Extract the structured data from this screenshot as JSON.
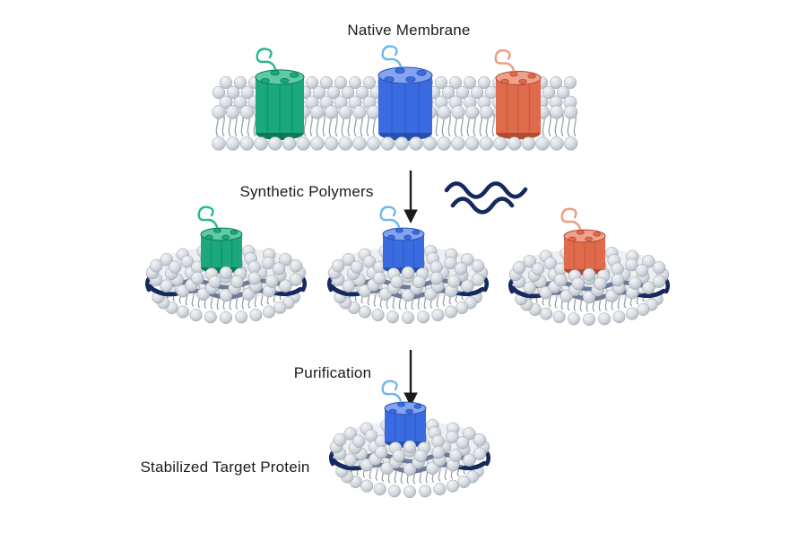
{
  "labels": {
    "native_membrane": "Native Membrane",
    "synthetic_polymers": "Synthetic Polymers",
    "purification": "Purification",
    "stabilized_target_protein": "Stabilized Target Protein"
  },
  "colors": {
    "background": "#ffffff",
    "text": "#1c1c1c",
    "navy_polymer": "#16295f",
    "lipid_head": "#d7dbe1",
    "lipid_head_light": "#f3f5f7",
    "lipid_head_dark": "#aab3bc",
    "lipid_head_edge": "#9aa3ad",
    "lipid_tail": "#98a1ab",
    "proteins": {
      "green": {
        "main": "#1aa87c",
        "dark": "#0b7a57",
        "light": "#5ecaa6",
        "loop": "#25b991"
      },
      "blue": {
        "main": "#3a6be0",
        "dark": "#2450b2",
        "light": "#83a3ee",
        "loop": "#6cb9e9"
      },
      "orange": {
        "main": "#e06a4c",
        "dark": "#b14a30",
        "light": "#efa18c",
        "loop": "#f09a80"
      }
    }
  },
  "diagram": {
    "stages": [
      {
        "name": "native-membrane",
        "proteins": [
          "green",
          "blue",
          "orange"
        ]
      },
      {
        "name": "polymer-nanodiscs",
        "proteins": [
          "green",
          "blue",
          "orange"
        ]
      },
      {
        "name": "purified-nanodisc",
        "proteins": [
          "blue"
        ]
      }
    ]
  }
}
